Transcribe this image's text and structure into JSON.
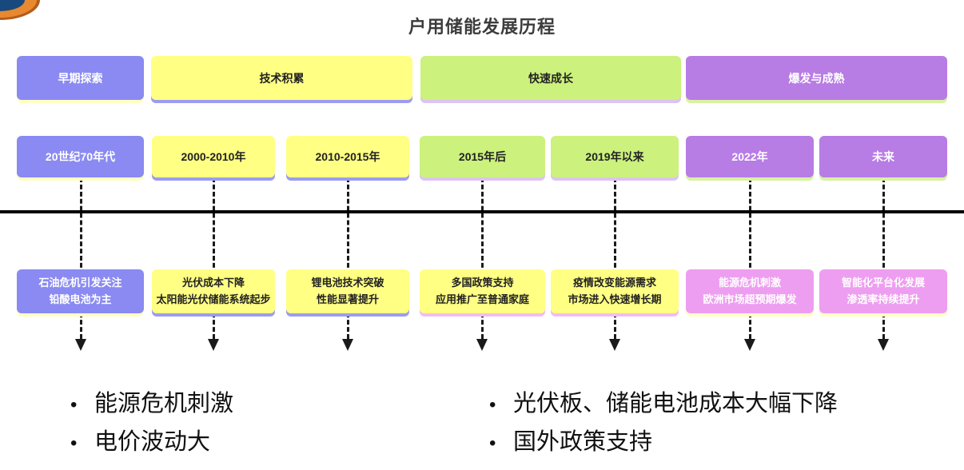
{
  "title": "户用储能发展历程",
  "logo": {
    "name": "corner-brand-mark",
    "colors": {
      "navy": "#17497e",
      "orange": "#e8882f"
    }
  },
  "palette": {
    "purple": "#8a8af2",
    "yellow": "#ffff84",
    "green": "#ccf17d",
    "violet": "#b87ce5",
    "pink": "#ee9ef0",
    "divider": "#000000",
    "connector": "#1a1a1a"
  },
  "phases": [
    {
      "label": "早期探索",
      "color": "#8a8af2"
    },
    {
      "label": "技术积累",
      "color": "#ffff84"
    },
    {
      "label": "快速成长",
      "color": "#ccf17d"
    },
    {
      "label": "爆发与成熟",
      "color": "#b87ce5"
    }
  ],
  "periods": [
    {
      "label": "20世纪70年代",
      "color": "#8a8af2"
    },
    {
      "label": "2000-2010年",
      "color": "#ffff84"
    },
    {
      "label": "2010-2015年",
      "color": "#ffff84"
    },
    {
      "label": "2015年后",
      "color": "#ccf17d"
    },
    {
      "label": "2019年以来",
      "color": "#ccf17d"
    },
    {
      "label": "2022年",
      "color": "#b87ce5"
    },
    {
      "label": "未来",
      "color": "#b87ce5"
    }
  ],
  "events": [
    {
      "line1": "石油危机引发关注",
      "line2": "铅酸电池为主",
      "color": "#8a8af2"
    },
    {
      "line1": "光伏成本下降",
      "line2": "太阳能光伏储能系统起步",
      "color": "#ffff84"
    },
    {
      "line1": "锂电池技术突破",
      "line2": "性能显著提升",
      "color": "#ffff84"
    },
    {
      "line1": "多国政策支持",
      "line2": "应用推广至普通家庭",
      "color": "#ffff84"
    },
    {
      "line1": "疫情改变能源需求",
      "line2": "市场进入快速增长期",
      "color": "#ffff84"
    },
    {
      "line1": "能源危机刺激",
      "line2": "欧洲市场超预期爆发",
      "color": "#ee9ef0"
    },
    {
      "line1": "智能化平台化发展",
      "line2": "渗透率持续提升",
      "color": "#ee9ef0"
    }
  ],
  "bullets": {
    "left": [
      "能源危机刺激",
      "电价波动大"
    ],
    "right": [
      "光伏板、储能电池成本大幅下降",
      "国外政策支持"
    ]
  }
}
